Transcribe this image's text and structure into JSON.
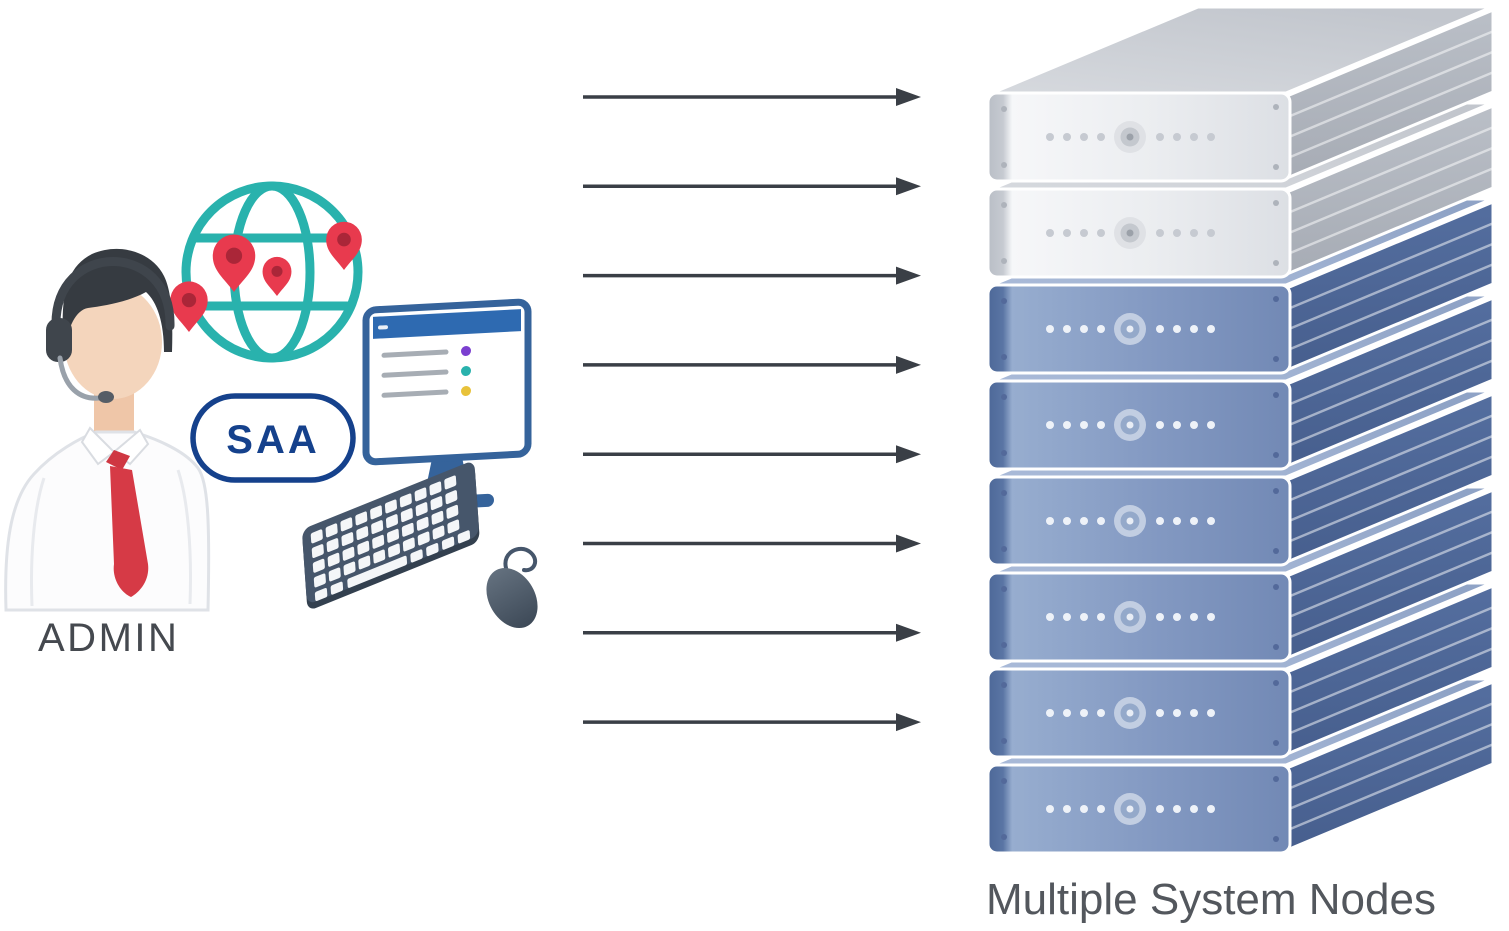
{
  "admin": {
    "label": "ADMIN",
    "badge_label": "SAA",
    "icons": [
      "admin-headset-avatar",
      "globe-with-location-pins-icon",
      "monitor-icon",
      "keyboard-icon",
      "mouse-icon"
    ]
  },
  "nodes": {
    "label": "Multiple System Nodes",
    "count": 8,
    "gray_count": 2,
    "blue_count": 6
  },
  "flow": {
    "arrow_count": 8,
    "direction": "left-to-right"
  },
  "colors": {
    "background": "#ffffff",
    "arrow": "#3a3f46",
    "globe_teal": "#29b2ad",
    "pin_red": "#e83a4e",
    "pin_red_dark": "#aa2638",
    "badge_navy": "#15418c",
    "monitor_blue": "#35639b",
    "screen_header_blue": "#2e6ab1",
    "bullet_purple": "#7b3fd0",
    "bullet_teal": "#29b2ad",
    "bullet_yellow": "#e8c23a",
    "keyboard_slate": "#46566b",
    "tie_red": "#d63a46",
    "hair_dark": "#363b41",
    "skin": "#f4d5bc",
    "label_gray": "#45494f",
    "nodes_label_gray": "#53575d",
    "unit": {
      "gray": {
        "led": "#c6cad1",
        "screw": "#aeb3bb",
        "knob": [
          "#dfe1e5",
          "#c4c8ce",
          "#9ba1a9"
        ]
      },
      "blue": {
        "led": "#eef2f8",
        "screw": "#53699a",
        "knob": [
          "#c2cee2",
          "#94a9ca",
          "#e8edf5"
        ]
      }
    }
  }
}
